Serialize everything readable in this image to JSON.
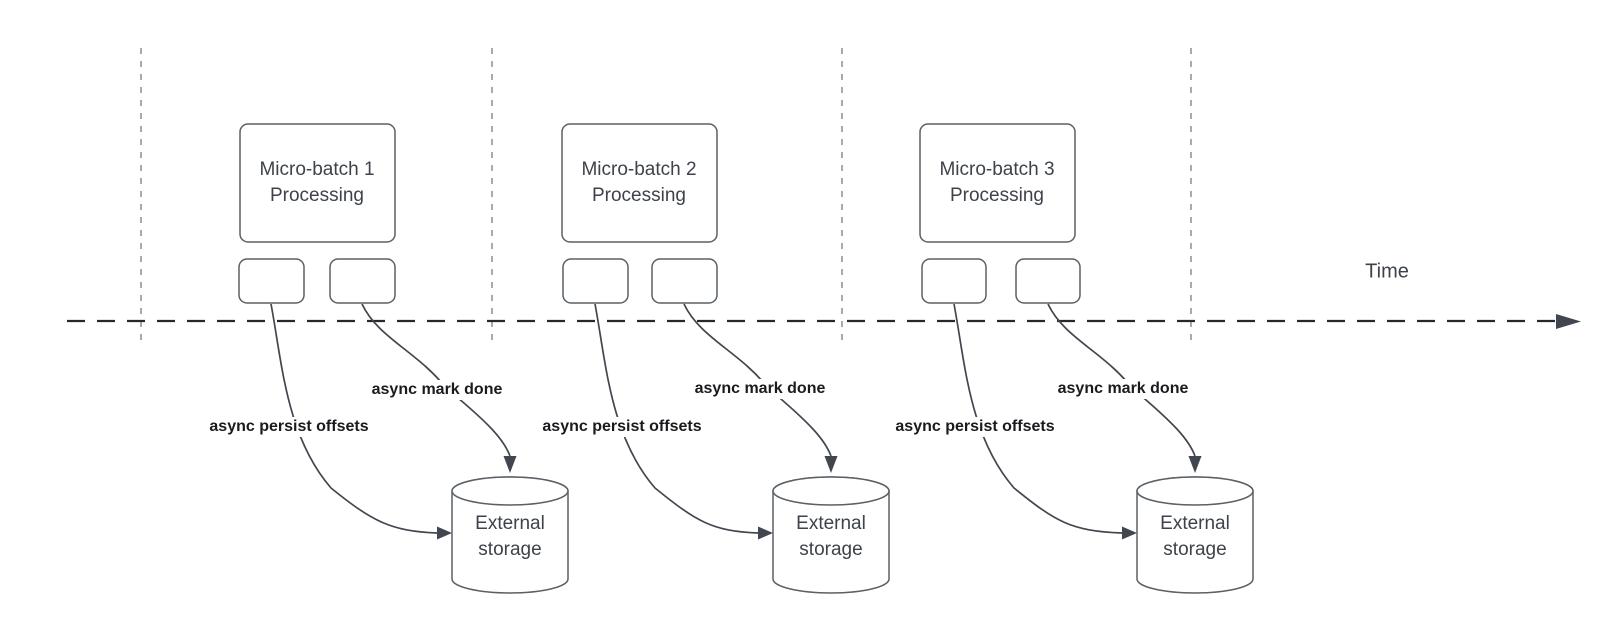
{
  "diagram": {
    "timeline": {
      "label": "Time"
    },
    "sections": [
      {
        "processing_box": {
          "line1": "Micro-batch 1",
          "line2": "Processing"
        },
        "persist_arrow_label": "async persist offsets",
        "mark_done_arrow_label": "async mark done",
        "storage": {
          "line1": "External",
          "line2": "storage"
        }
      },
      {
        "processing_box": {
          "line1": "Micro-batch 2",
          "line2": "Processing"
        },
        "persist_arrow_label": "async persist offsets",
        "mark_done_arrow_label": "async mark done",
        "storage": {
          "line1": "External",
          "line2": "storage"
        }
      },
      {
        "processing_box": {
          "line1": "Micro-batch 3",
          "line2": "Processing"
        },
        "persist_arrow_label": "async persist offsets",
        "mark_done_arrow_label": "async mark done",
        "storage": {
          "line1": "External",
          "line2": "storage"
        }
      }
    ],
    "colors": {
      "curve": "#42474f",
      "label_text": "#191b1e",
      "box_border": "#596066",
      "box_text": "#3e434a",
      "timeline": "#26282c",
      "guide_line": "#a8aaad"
    }
  }
}
